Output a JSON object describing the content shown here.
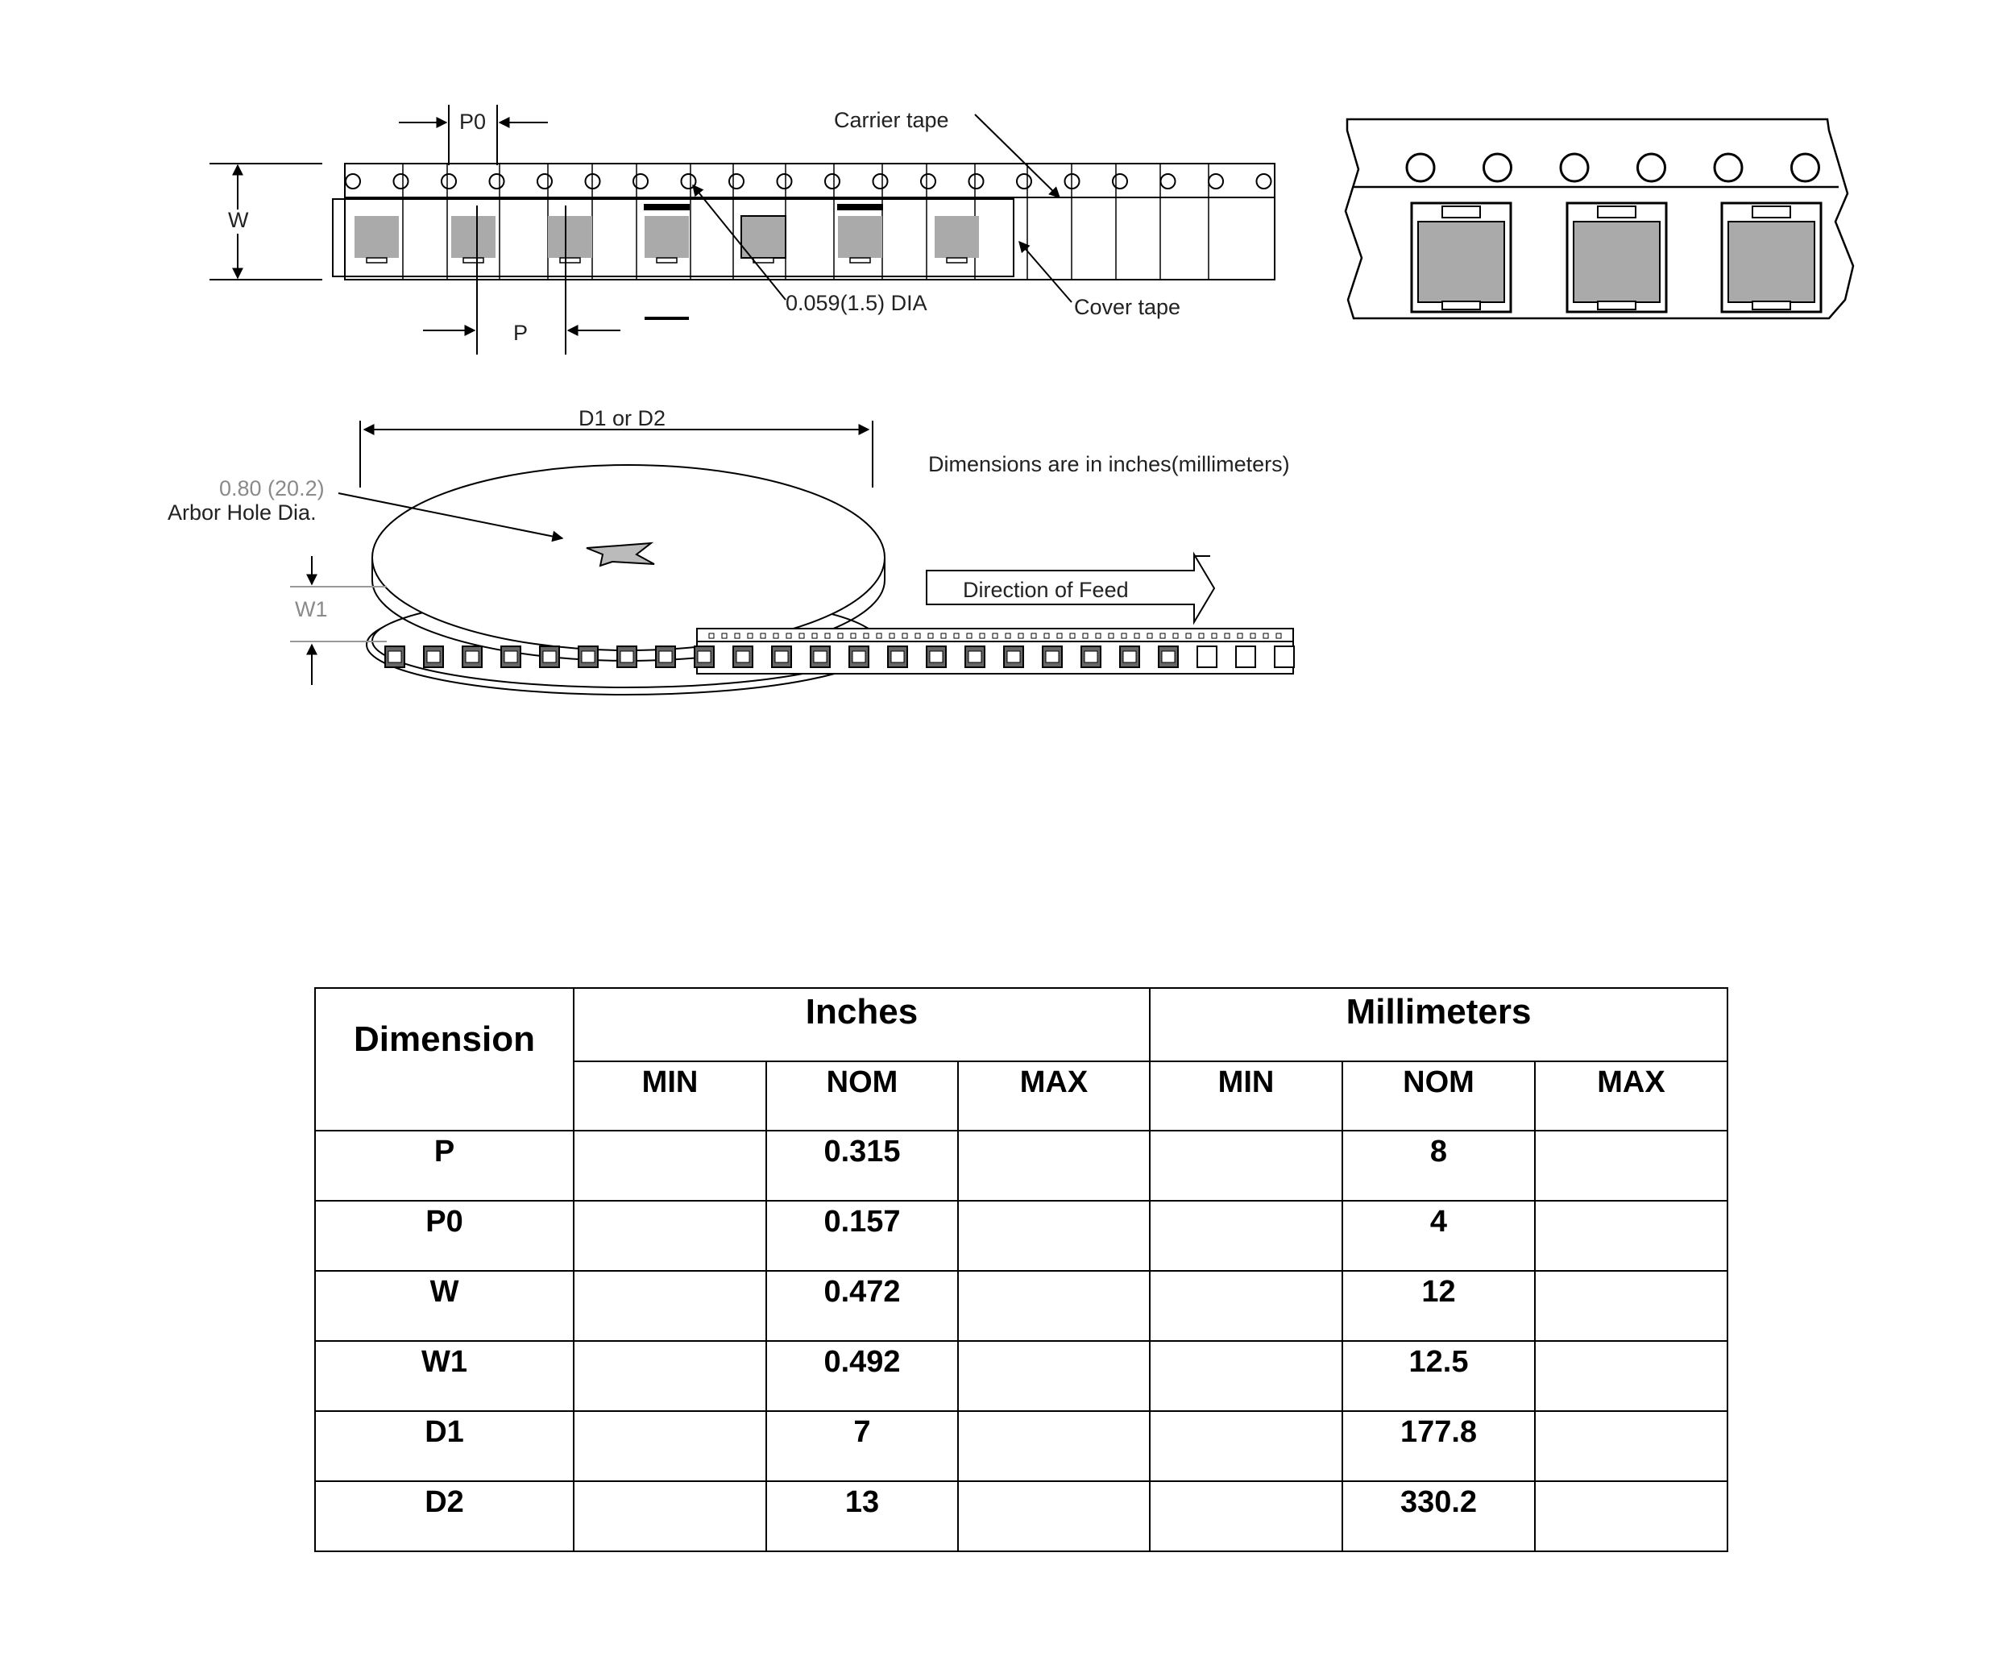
{
  "diagram": {
    "labels": {
      "p0": "P0",
      "w": "W",
      "p": "P",
      "carrier_tape": "Carrier tape",
      "cover_tape": "Cover tape",
      "hole_dia": "0.059(1.5) DIA",
      "d1_d2": "D1 or D2",
      "units_note": "Dimensions are in inches(millimeters)",
      "arbor_value": "0.80 (20.2)",
      "arbor_label": "Arbor Hole Dia.",
      "w1": "W1",
      "feed": "Direction of Feed"
    }
  },
  "table": {
    "dimension_header": "Dimension",
    "inches_header": "Inches",
    "millimeters_header": "Millimeters",
    "sub_headers": [
      "MIN",
      "NOM",
      "MAX",
      "MIN",
      "NOM",
      "MAX"
    ],
    "rows": [
      {
        "dim": "P",
        "in_min": "",
        "in_nom": "0.315",
        "in_max": "",
        "mm_min": "",
        "mm_nom": "8",
        "mm_max": ""
      },
      {
        "dim": "P0",
        "in_min": "",
        "in_nom": "0.157",
        "in_max": "",
        "mm_min": "",
        "mm_nom": "4",
        "mm_max": ""
      },
      {
        "dim": "W",
        "in_min": "",
        "in_nom": "0.472",
        "in_max": "",
        "mm_min": "",
        "mm_nom": "12",
        "mm_max": ""
      },
      {
        "dim": "W1",
        "in_min": "",
        "in_nom": "0.492",
        "in_max": "",
        "mm_min": "",
        "mm_nom": "12.5",
        "mm_max": ""
      },
      {
        "dim": "D1",
        "in_min": "",
        "in_nom": "7",
        "in_max": "",
        "mm_min": "",
        "mm_nom": "177.8",
        "mm_max": ""
      },
      {
        "dim": "D2",
        "in_min": "",
        "in_nom": "13",
        "in_max": "",
        "mm_min": "",
        "mm_nom": "330.2",
        "mm_max": ""
      }
    ]
  }
}
